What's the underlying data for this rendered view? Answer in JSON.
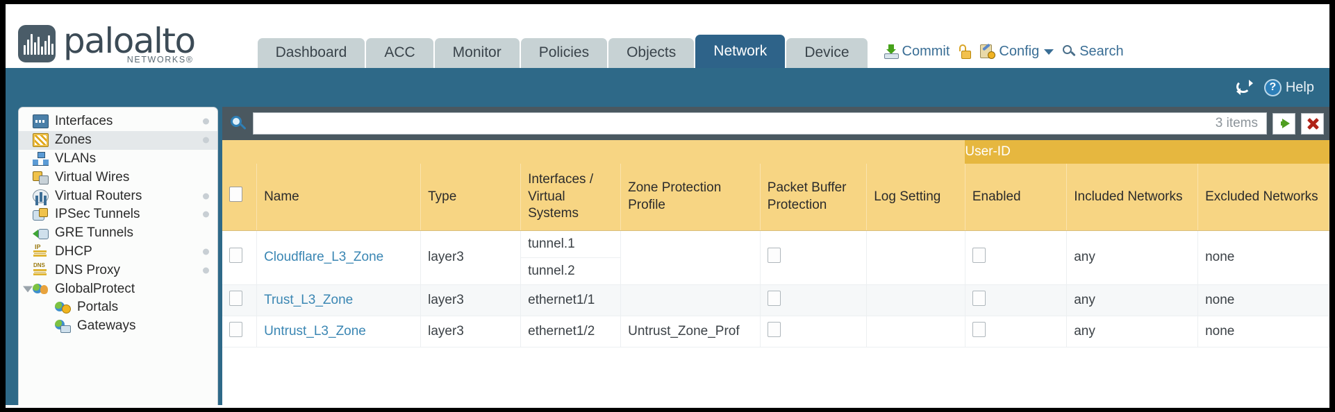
{
  "brand": {
    "name": "paloalto",
    "tagline": "NETWORKS",
    "registered": "®"
  },
  "tabs": [
    {
      "label": "Dashboard",
      "active": false
    },
    {
      "label": "ACC",
      "active": false
    },
    {
      "label": "Monitor",
      "active": false
    },
    {
      "label": "Policies",
      "active": false
    },
    {
      "label": "Objects",
      "active": false
    },
    {
      "label": "Network",
      "active": true
    },
    {
      "label": "Device",
      "active": false
    }
  ],
  "utilities": [
    {
      "label": "Commit",
      "icon": "commit-icon"
    },
    {
      "label": "",
      "icon": "padlock-open-icon"
    },
    {
      "label": "Config",
      "icon": "config-wrench-icon",
      "has_caret": true
    },
    {
      "label": "Search",
      "icon": "search-icon"
    }
  ],
  "banner": {
    "refresh_icon": "refresh-icon",
    "help_label": "Help",
    "help_icon": "help-question-icon"
  },
  "sidebar": {
    "items": [
      {
        "label": "Interfaces",
        "icon": "interfaces-icon",
        "selected": false,
        "has_dot": true,
        "child": false,
        "expander": false
      },
      {
        "label": "Zones",
        "icon": "zones-icon",
        "selected": true,
        "has_dot": true,
        "child": false,
        "expander": false
      },
      {
        "label": "VLANs",
        "icon": "vlans-icon",
        "selected": false,
        "has_dot": false,
        "child": false,
        "expander": false
      },
      {
        "label": "Virtual Wires",
        "icon": "virtual-wires-icon",
        "selected": false,
        "has_dot": false,
        "child": false,
        "expander": false
      },
      {
        "label": "Virtual Routers",
        "icon": "virtual-routers-icon",
        "selected": false,
        "has_dot": true,
        "child": false,
        "expander": false
      },
      {
        "label": "IPSec Tunnels",
        "icon": "ipsec-tunnels-icon",
        "selected": false,
        "has_dot": true,
        "child": false,
        "expander": false
      },
      {
        "label": "GRE Tunnels",
        "icon": "gre-tunnels-icon",
        "selected": false,
        "has_dot": false,
        "child": false,
        "expander": false
      },
      {
        "label": "DHCP",
        "icon": "dhcp-icon",
        "selected": false,
        "has_dot": true,
        "child": false,
        "expander": false
      },
      {
        "label": "DNS Proxy",
        "icon": "dns-proxy-icon",
        "selected": false,
        "has_dot": true,
        "child": false,
        "expander": false
      },
      {
        "label": "GlobalProtect",
        "icon": "globalprotect-icon",
        "selected": false,
        "has_dot": false,
        "child": false,
        "expander": true
      },
      {
        "label": "Portals",
        "icon": "portals-icon",
        "selected": false,
        "has_dot": false,
        "child": true,
        "expander": false
      },
      {
        "label": "Gateways",
        "icon": "gateways-icon",
        "selected": false,
        "has_dot": false,
        "child": true,
        "expander": false
      }
    ]
  },
  "search": {
    "value": "",
    "placeholder": "",
    "item_count": "3 items",
    "apply_icon": "green-arrow-icon",
    "clear_icon": "red-x-icon",
    "magnifier_icon": "search-icon"
  },
  "table": {
    "group_header": {
      "label": "User-ID",
      "spans": 3
    },
    "columns": [
      "Name",
      "Type",
      "Interfaces / Virtual Systems",
      "Zone Protection Profile",
      "Packet Buffer Protection",
      "Log Setting",
      "Enabled",
      "Included Networks",
      "Excluded Networks"
    ],
    "rows": [
      {
        "selected": false,
        "name": "Cloudflare_L3_Zone",
        "type": "layer3",
        "interfaces": [
          "tunnel.1",
          "tunnel.2"
        ],
        "zone_protection_profile": "",
        "packet_buffer_protection": false,
        "log_setting": "",
        "user_id_enabled": false,
        "included_networks": "any",
        "excluded_networks": "none"
      },
      {
        "selected": false,
        "name": "Trust_L3_Zone",
        "type": "layer3",
        "interfaces": [
          "ethernet1/1"
        ],
        "zone_protection_profile": "",
        "packet_buffer_protection": false,
        "log_setting": "",
        "user_id_enabled": false,
        "included_networks": "any",
        "excluded_networks": "none"
      },
      {
        "selected": false,
        "name": "Untrust_L3_Zone",
        "type": "layer3",
        "interfaces": [
          "ethernet1/2"
        ],
        "zone_protection_profile": "Untrust_Zone_Prof",
        "packet_buffer_protection": false,
        "log_setting": "",
        "user_id_enabled": false,
        "included_networks": "any",
        "excluded_networks": "none"
      }
    ]
  },
  "colors": {
    "banner_blue": "#2e6988",
    "active_tab_blue": "#2e6389",
    "tab_gray": "#c7d2d4",
    "header_gold": "#f7d583",
    "group_header_gold": "#e6b73f",
    "link_blue": "#3a86b3",
    "search_bar_gray": "#4a5860"
  }
}
